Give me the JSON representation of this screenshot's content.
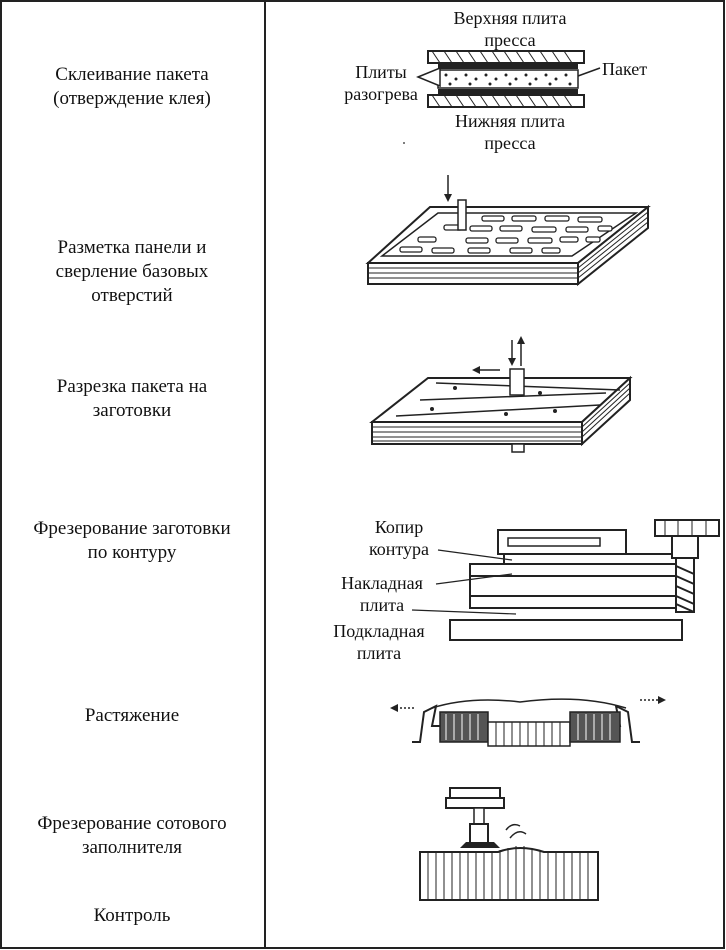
{
  "steps": [
    {
      "label_line1": "Склеивание пакета",
      "label_line2": "(отверждение клея)"
    },
    {
      "label_line1": "Разметка панели и",
      "label_line2": "сверление базовых",
      "label_line3": "отверстий"
    },
    {
      "label_line1": "Разрезка пакета на",
      "label_line2": "заготовки"
    },
    {
      "label_line1": "Фрезерование заготовки",
      "label_line2": "по контуру"
    },
    {
      "label_line1": "Растяжение"
    },
    {
      "label_line1": "Фрезерование сотового",
      "label_line2": "заполнителя"
    },
    {
      "label_line1": "Контроль"
    }
  ],
  "press_diagram": {
    "upper_plate_1": "Верхняя плита",
    "upper_plate_2": "пресса",
    "heating_1": "Плиты",
    "heating_2": "разогрева",
    "package": "Пакет",
    "lower_plate_1": "Нижняя плита",
    "lower_plate_2": "пресса"
  },
  "milling_diagram": {
    "copier_1": "Копир",
    "copier_2": "контура",
    "overlay_1": "Накладная",
    "overlay_2": "плита",
    "underlay_1": "Подкладная",
    "underlay_2": "плита"
  }
}
